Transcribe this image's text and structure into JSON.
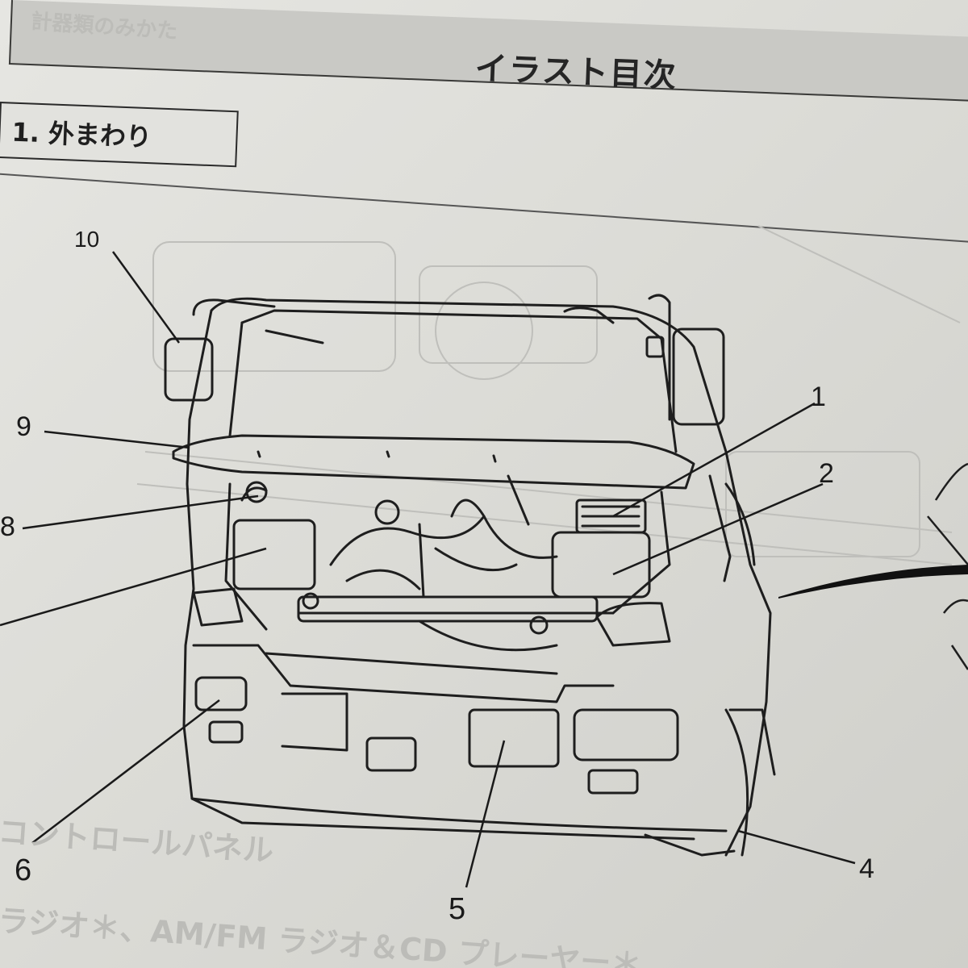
{
  "header": {
    "ghost_text": "計器類のみかた",
    "title": "イラスト目次"
  },
  "section": {
    "title": "1.  外まわり"
  },
  "callouts": {
    "c1": "1",
    "c2": "2",
    "c4": "4",
    "c5": "5",
    "c6": "6",
    "c8": "8",
    "c9": "9",
    "c10": "10"
  },
  "bleed_text": {
    "line1": "コントロールパネル",
    "line2": "ラジオ＊、AM/FM ラジオ＆CD プレーヤー＊"
  }
}
